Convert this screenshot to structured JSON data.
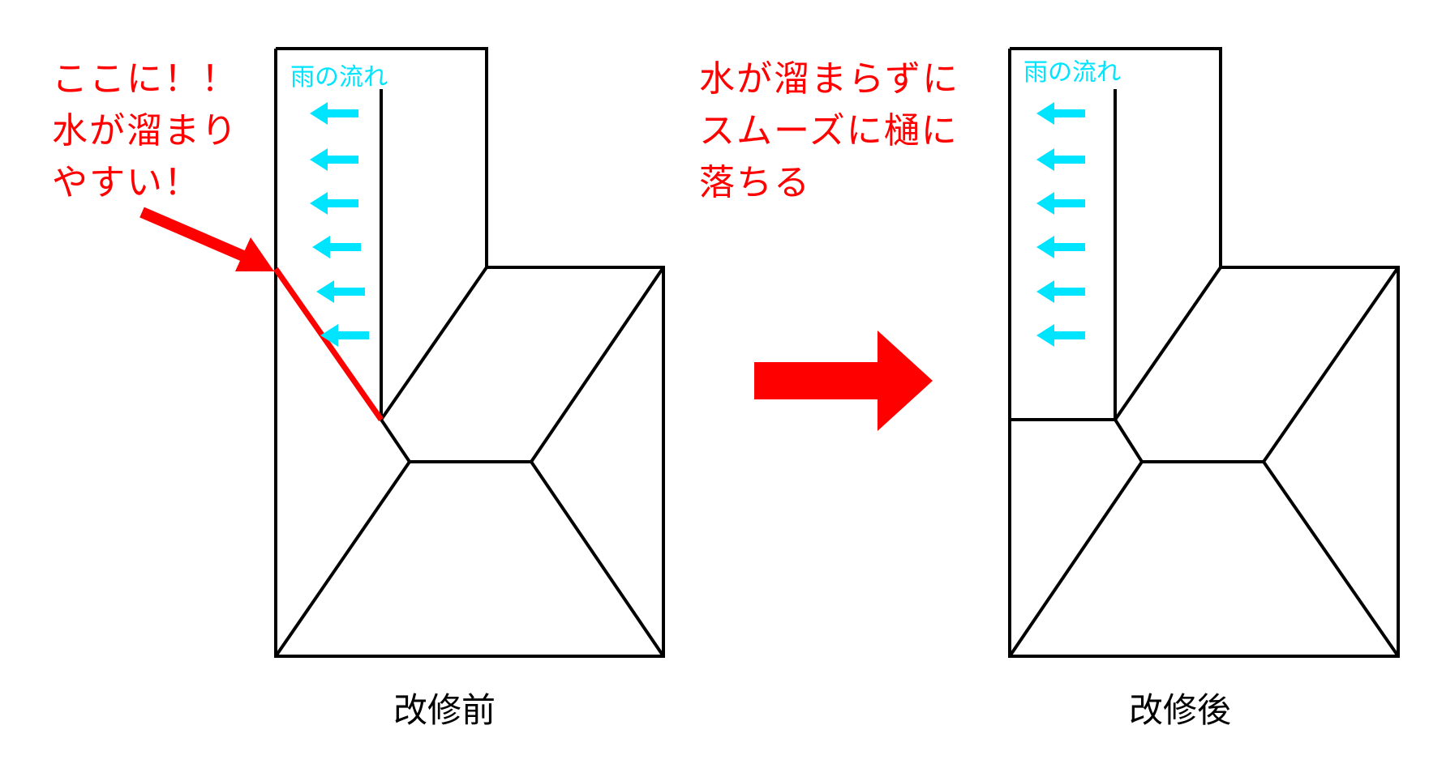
{
  "before": {
    "annotation": [
      "ここに！！",
      "水が溜まり",
      "やすい！"
    ],
    "rain_label": "雨の流れ",
    "caption": "改修前"
  },
  "after": {
    "annotation": [
      "水が溜まらずに",
      "スムーズに樋に",
      "落ちる"
    ],
    "rain_label": "雨の流れ",
    "caption": "改修後"
  },
  "colors": {
    "annotation": "#ff0000",
    "rain_arrows": "#00e5ff",
    "outline": "#000000",
    "problem_line": "#ff0000",
    "transition_arrow": "#ff0000"
  },
  "icons": {
    "rain_arrow": "arrow-left-icon",
    "transition": "arrow-right-icon",
    "pointer": "pointer-arrow-icon"
  }
}
